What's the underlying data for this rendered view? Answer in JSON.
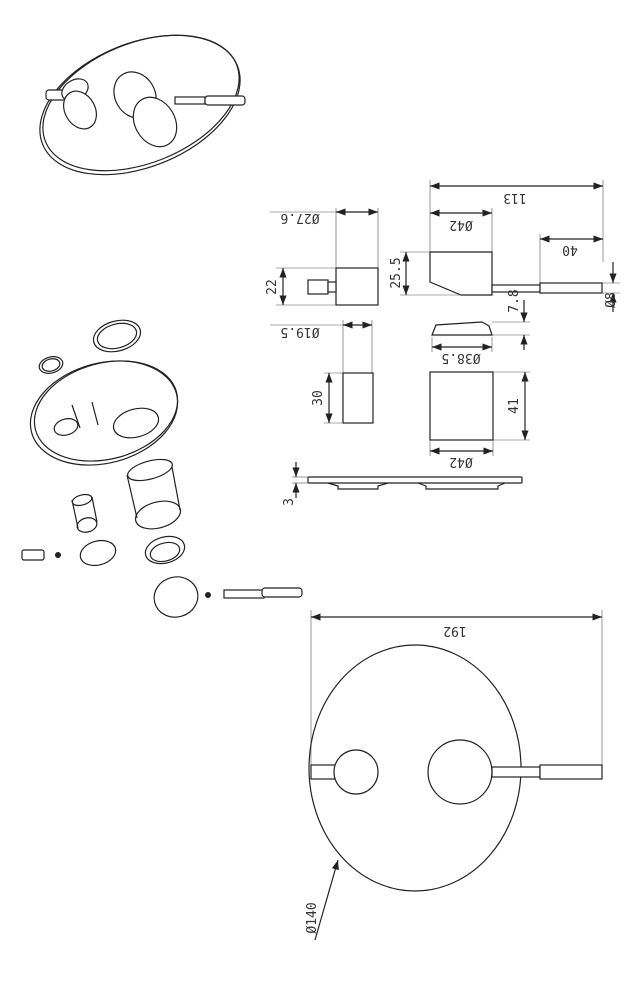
{
  "drawing": {
    "line_color": "#222222",
    "dimensions": {
      "knob_small_dia": "Ø27.6",
      "knob_small_height": "22",
      "sleeve_small_dia": "Ø19.5",
      "sleeve_small_height": "30",
      "handle_total_length": "113",
      "handle_dia": "Ø42",
      "lever_length": "40",
      "handle_height": "25.5",
      "lever_dia": "Ø8",
      "cap_height": "7.8",
      "cap_dia": "Ø38.5",
      "sleeve_large_height": "41",
      "sleeve_large_dia": "Ø42",
      "plate_thickness": "3",
      "overall_width": "192",
      "plate_dia": "Ø140"
    }
  }
}
